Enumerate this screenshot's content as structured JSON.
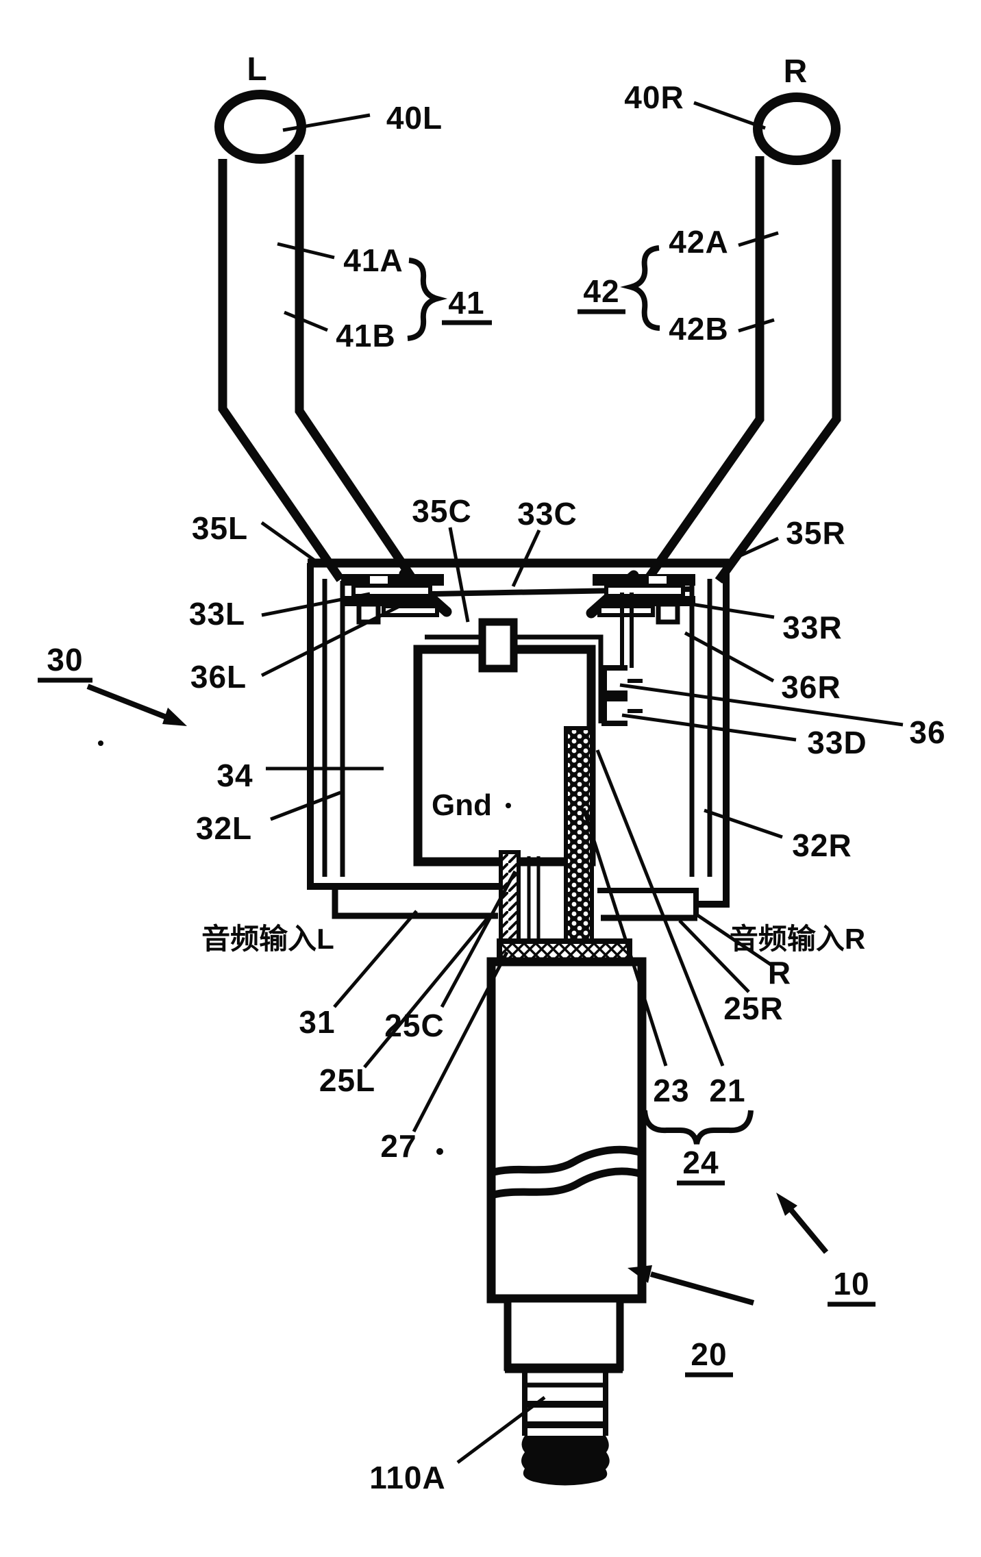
{
  "figure": {
    "type": "patent-line-drawing",
    "description": "Cross-section diagram of a stereo audio plug / earphone connector assembly with numbered reference labels",
    "ink_color": "#0a0a0a",
    "background_color": "#ffffff",
    "labels": {
      "left_channel": "L",
      "right_channel": "R",
      "l40L": "40L",
      "l40R": "40R",
      "l41A": "41A",
      "l41B": "41B",
      "l41": "41",
      "l42": "42",
      "l42A": "42A",
      "l42B": "42B",
      "l35C": "35C",
      "l33C": "33C",
      "l35L": "35L",
      "l33L": "33L",
      "l36L": "36L",
      "l35R": "35R",
      "l33R": "33R",
      "l36R": "36R",
      "l30": "30",
      "l34": "34",
      "l32L": "32L",
      "l32R": "32R",
      "l33D": "33D",
      "l36": "36",
      "gnd": "Gnd",
      "audio_in_L": "音频输入L",
      "audio_in_R": "音频输入R",
      "audio_in_R_sub": "R",
      "l31": "31",
      "l25C": "25C",
      "l25L": "25L",
      "l25R": "25R",
      "l27": "27",
      "l23": "23",
      "l21": "21",
      "l24": "24",
      "l20": "20",
      "l10": "10",
      "l110A": "110A"
    }
  }
}
